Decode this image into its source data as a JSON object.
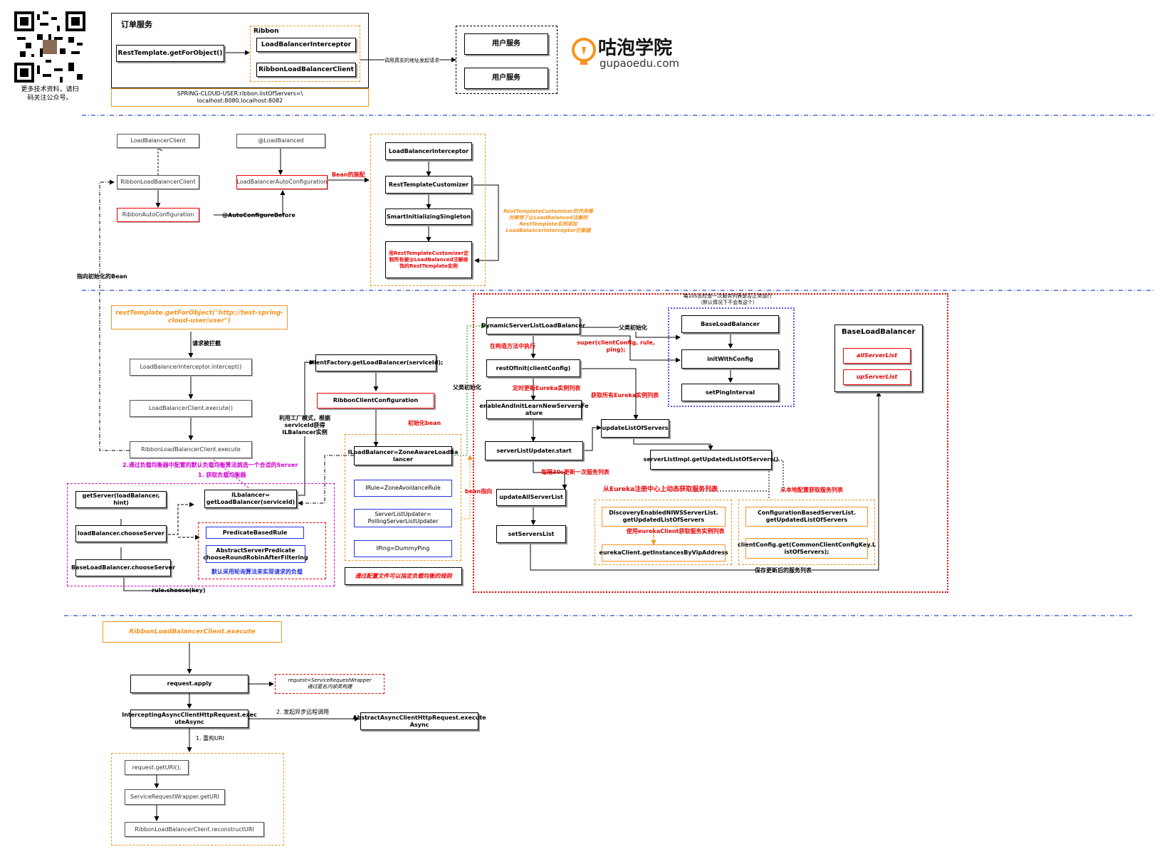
{
  "qr": {
    "caption": "更多技术资料，请扫\n码关注公众号。"
  },
  "logo": {
    "name": "咕泡学院",
    "url": "gupaoedu.com",
    "accent": "#f7931e"
  },
  "colors": {
    "red": "#ee0000",
    "orange": "#f7931e",
    "blue": "#2233dd",
    "magenta": "#d000d0",
    "green": "#00a000",
    "divider": "#2a4bd0"
  },
  "top": {
    "order_service": "订单服务",
    "rest_get": "RestTemplate.getForObject()",
    "ribbon": "Ribbon",
    "lb_interceptor": "LoadBalancerInterceptor",
    "ribbon_client": "RibbonLoadBalancerClient",
    "config": "SPRING-CLOUD-USER.ribbon.listOfServers=\\\nlocalhost:8080,localhost:8082",
    "call_label": "调用真实的地址发起请求",
    "user_service_1": "用户服务",
    "user_service_2": "用户服务"
  },
  "sec2": {
    "lb_client": "LoadBalancerClient",
    "ribbon_lb_client": "RibbonLoadBalancerClient",
    "ribbon_auto": "RibbonAutoConfiguration",
    "at_lb": "@LoadBalanced",
    "lb_auto": "LoadBalancerAutoConfiguration",
    "auto_before": "@AutoConfigureBefore",
    "bean_load": "Bean的装配",
    "pointer_bean": "指向初始化的Bean",
    "interceptor": "LoadBalancerInterceptor",
    "customizer": "RestTemplateCustomizer",
    "smart_singleton": "SmartInitializingSingleton",
    "customize_all": "用RestTemplateCustomizer定\n制所有被@LoadBalanced注解修\n饰的RestTemplate实例",
    "note": "RestTemplateCustomizer的作用是\n对修饰了@LoadBalanced注解的\nRestTemplate实例添加\nLoadBalancerInterceptor拦截器"
  },
  "sec3": {
    "rest_call": "restTemplate.getForObject(\"http://test-spring-\ncloud-user/user\")",
    "intercepted": "请求被拦截",
    "intercept": "LoadBalancerInterceptor.intercept()",
    "client_execute": "LoadBalancerClient.execute()",
    "ribbon_execute": "RibbonLoadBalancerClient.execute",
    "choose_note": "2.通过负载均衡器中配置的默认负载均衡算法挑选一个合适的Server",
    "get_lb_note": "1. 获取负载均衡器",
    "get_server": "getServer(loadBalancer, hint)",
    "ilb_get": "ILbalancer=\ngetLoadBalancer(serviceId)",
    "lb_choose": "loadBalancer.chooseServer",
    "predicate_rule": "PredicateBasedRule",
    "abstract_predicate": "AbstractServerPredicate\nchooseRoundRobinAfterFiltering",
    "default_rr": "默认采用轮询算法来实现请求的负载",
    "base_choose": "BaseLoadBalancer.chooseServer",
    "rule_choose": "rule.choose(key)",
    "factory_get": "clientFactory.getLoadBalancer(serviceId);",
    "ribbon_client_config": "RibbonClientConfiguration",
    "factory_note": "利用工厂模式，根据\nserviceId获得ILBalancer实例",
    "init_bean": "初始化bean",
    "zone_lb": "ILoadBalancer=ZoneAwareLoadBa\nlancer",
    "irule": "IRule=ZoneAvoidanceRule",
    "updater": "ServerListUpdater=\nPollingServerListUpdater",
    "iping": "IPing=DummyPing",
    "bean_pointer": "bean指向",
    "config_note": "通过配置文件可以指定负载均衡的规则",
    "parent_init_left": "父类初始化"
  },
  "sec3r": {
    "ping_note": "每10s去检查一次服务列表是否正常运行\n（默认情况下不会有这个）",
    "dynamic_lb": "DynamicServerListLoadBalancer",
    "parent_init": "父类初始化",
    "super_call": "super(clientConfig, rule,\nping);",
    "ctor_exec": "在构造方法中执行",
    "base_lb": "BaseLoadBalancer",
    "init_config": "initWithConfig",
    "set_ping": "setPingInterval",
    "rest_init": "restOfInit(clientConfig)",
    "scheduled_update": "定时更新Eureka实例列表",
    "fetch_all": "获取所有Eureka实例列表",
    "enable_init": "enableAndInitLearnNewServersFe\nature",
    "update_list": "updateListOfServers",
    "updater_start": "serverListUpdater.start",
    "impl_get": "serverListImpl.getUpdatedListOfServers()",
    "every_30s": "每隔30s更新一次服务列表",
    "update_all": "updateAllServerList",
    "from_eureka": "从Eureka注册中心上动态获取服务列表",
    "from_local": "从本地配置获取服务列表",
    "discovery": "DiscoveryEnabledNIWSServerList.\ngetUpdatedListOfServers",
    "use_eureka": "使用eurekaClient获取服务实例列表",
    "eureka_client": "eurekaClient.getInstancesByVipAddress",
    "config_based": "ConfigurationBasedServerList.\ngetUpdatedListOfServers",
    "client_config_get": "clientConfig.get(CommonClientConfigKey.L\nistOfServers);",
    "set_list": "setServersList",
    "save_list": "保存更新后的服务列表",
    "base_panel_title": "BaseLoadBalancer",
    "all_list": "allServerList",
    "up_list": "upServerList"
  },
  "sec4": {
    "execute": "RibbonLoadBalancerClient.execute",
    "apply": "request.apply",
    "wrapper": "request=ServiceRequestWrapper\n通过匿名内部类构建",
    "intercepting": "InterceptingAsyncClientHttpRequest.exec\nuteAsync",
    "async_call": "2. 发起异步远程调用",
    "abstract_async": "AbstractAsyncClientHttpRequest.execute\nAsync",
    "rebuild": "1. 重构URI",
    "get_uri": "request.getURI();",
    "wrapper_uri": "ServiceRequestWrapper.getURI",
    "reconstruct": "RibbonLoadBalancerClient.reconstructURI"
  }
}
